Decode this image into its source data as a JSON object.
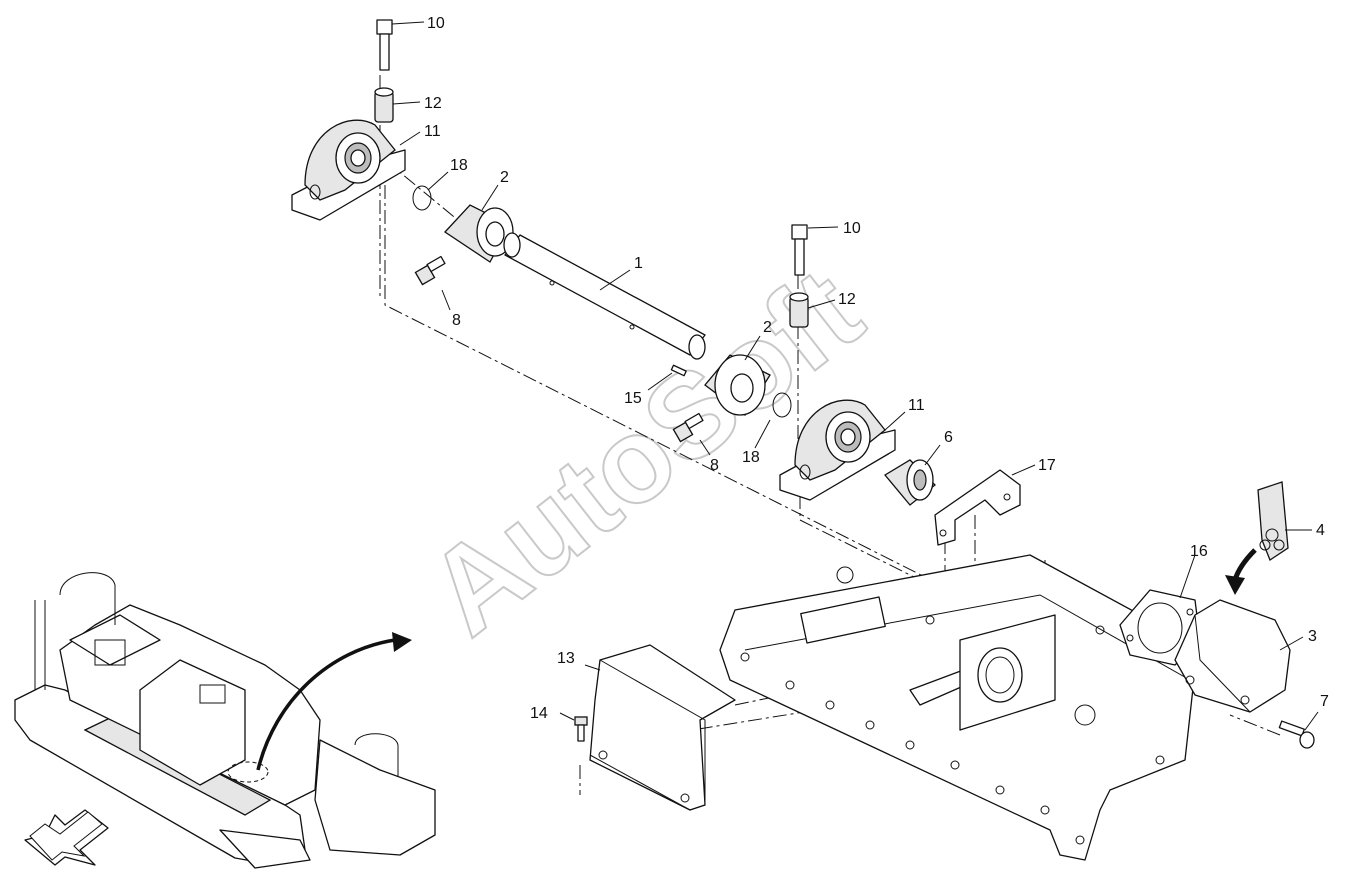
{
  "watermark": "AutoSoft",
  "callouts": [
    {
      "id": "c10a",
      "text": "10"
    },
    {
      "id": "c12a",
      "text": "12"
    },
    {
      "id": "c11a",
      "text": "11"
    },
    {
      "id": "c18a",
      "text": "18"
    },
    {
      "id": "c2a",
      "text": "2"
    },
    {
      "id": "c8a",
      "text": "8"
    },
    {
      "id": "c1",
      "text": "1"
    },
    {
      "id": "c10b",
      "text": "10"
    },
    {
      "id": "c12b",
      "text": "12"
    },
    {
      "id": "c2b",
      "text": "2"
    },
    {
      "id": "c15",
      "text": "15"
    },
    {
      "id": "c11b",
      "text": "11"
    },
    {
      "id": "c6",
      "text": "6"
    },
    {
      "id": "c8b",
      "text": "8"
    },
    {
      "id": "c18b",
      "text": "18"
    },
    {
      "id": "c17",
      "text": "17"
    },
    {
      "id": "c4",
      "text": "4"
    },
    {
      "id": "c16",
      "text": "16"
    },
    {
      "id": "c3",
      "text": "3"
    },
    {
      "id": "c7",
      "text": "7"
    },
    {
      "id": "c13",
      "text": "13"
    },
    {
      "id": "c14",
      "text": "14"
    }
  ]
}
